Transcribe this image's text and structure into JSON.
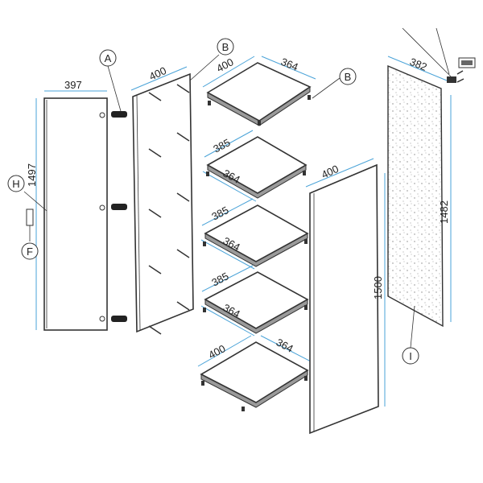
{
  "callouts": {
    "a": "A",
    "b1": "B",
    "b2": "B",
    "f": "F",
    "h": "H",
    "i": "I"
  },
  "dimensions": {
    "door_width": "397",
    "door_height": "1497",
    "side_depth": "400",
    "shelf1_depth": "400",
    "shelf1_width": "364",
    "shelf2_depth": "385",
    "shelf2_width": "364",
    "shelf3_depth": "385",
    "shelf3_width": "364",
    "shelf4_depth": "385",
    "shelf4_width": "364",
    "shelf5_depth": "400",
    "shelf5_width": "364",
    "tall_depth": "400",
    "tall_height": "1500",
    "back_width": "382",
    "back_height": "1482"
  },
  "colors": {
    "dimension": "#4aa3d8",
    "line": "#333333"
  }
}
